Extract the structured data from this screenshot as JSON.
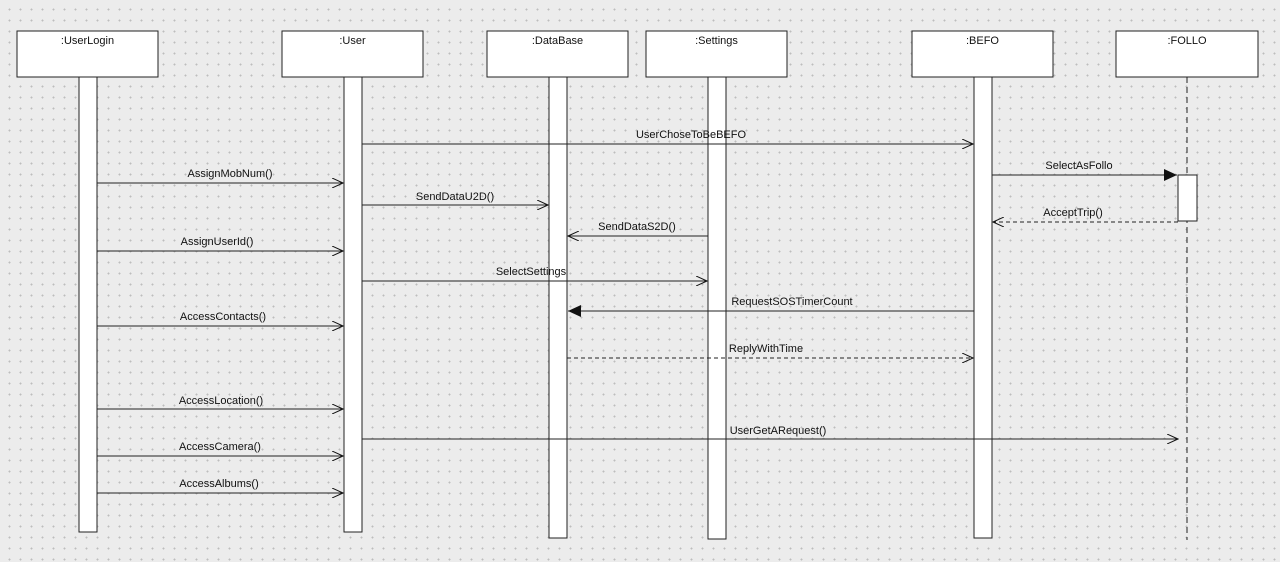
{
  "diagram": {
    "participants": [
      {
        "id": "userlogin",
        "label": ":UserLogin"
      },
      {
        "id": "user",
        "label": ":User"
      },
      {
        "id": "database",
        "label": ":DataBase"
      },
      {
        "id": "settings",
        "label": ":Settings"
      },
      {
        "id": "befo",
        "label": ":BEFO"
      },
      {
        "id": "follo",
        "label": ":FOLLO"
      }
    ],
    "messages": [
      {
        "label": "UserChoseToBeBEFO",
        "from": "user",
        "to": "befo",
        "kind": "async"
      },
      {
        "label": "AssignMobNum()",
        "from": "userlogin",
        "to": "user",
        "kind": "async"
      },
      {
        "label": "SelectAsFollo",
        "from": "befo",
        "to": "follo",
        "kind": "sync"
      },
      {
        "label": "SendDataU2D()",
        "from": "user",
        "to": "database",
        "kind": "async"
      },
      {
        "label": "AcceptTrip()",
        "from": "follo",
        "to": "befo",
        "kind": "return"
      },
      {
        "label": "SendDataS2D()",
        "from": "settings",
        "to": "database",
        "kind": "async"
      },
      {
        "label": "AssignUserId()",
        "from": "userlogin",
        "to": "user",
        "kind": "async"
      },
      {
        "label": "SelectSettings",
        "from": "user",
        "to": "settings",
        "kind": "async"
      },
      {
        "label": "RequestSOSTimerCount",
        "from": "befo",
        "to": "database",
        "kind": "sync"
      },
      {
        "label": "AccessContacts()",
        "from": "userlogin",
        "to": "user",
        "kind": "async"
      },
      {
        "label": "ReplyWithTime",
        "from": "database",
        "to": "befo",
        "kind": "return"
      },
      {
        "label": "AccessLocation()",
        "from": "userlogin",
        "to": "user",
        "kind": "async"
      },
      {
        "label": "UserGetARequest()",
        "from": "user",
        "to": "follo",
        "kind": "async"
      },
      {
        "label": "AccessCamera()",
        "from": "userlogin",
        "to": "user",
        "kind": "async"
      },
      {
        "label": "AccessAlbums()",
        "from": "userlogin",
        "to": "user",
        "kind": "async"
      }
    ]
  }
}
